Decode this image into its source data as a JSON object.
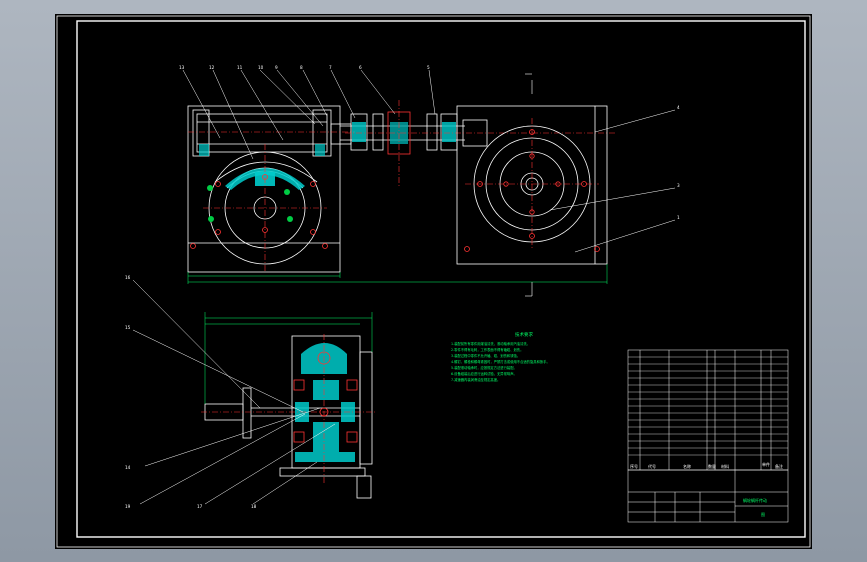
{
  "notes_title": "技术要求",
  "notes": [
    "1.装配前所有零件用煤油清洗，滚动轴承用汽油清洗。",
    "2.零件不得有毛刺，工作表面不得有磕碰、划伤。",
    "3.装配过程中零件不允许磕、碰、划伤和锈蚀。",
    "4.螺钉、螺栓和螺母紧固时，严禁打击或使用不合适的旋具和扳手。",
    "5.装配滚动轴承时，应按规定方法进行装配。",
    "6.设备组装后应进行运转试验，无异常响声。",
    "7.减速器内装润滑油至规定高度。"
  ],
  "title_block": {
    "name_cell": "蜗轮蜗杆传动",
    "code_cell": "图",
    "header_cols": [
      "序号",
      "代号",
      "名称",
      "数量",
      "材料",
      "单件",
      "总计",
      "备注"
    ]
  },
  "colors": {
    "drawing_background": "#000000",
    "outline": "#ffffff",
    "centerline": "#ff3333",
    "hatch": "#00ffff",
    "dimension": "#00ff66",
    "window_background": "#9aa3ae"
  }
}
